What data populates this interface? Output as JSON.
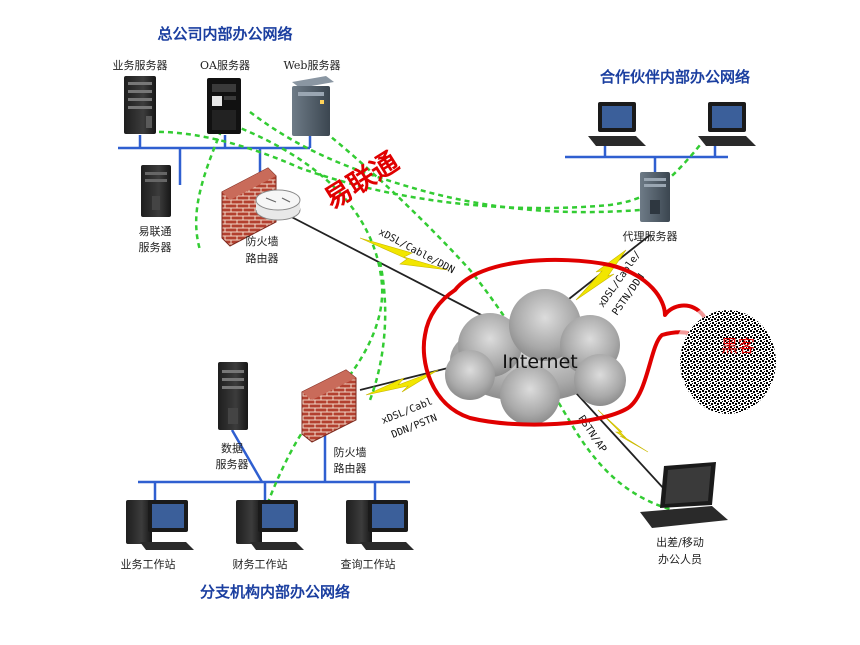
{
  "titles": {
    "hq": "总公司内部办公网络",
    "partner": "合作伙伴内部办公网络",
    "branch": "分支机构内部办公网络"
  },
  "hq": {
    "business_server": "业务服务器",
    "oa_server": "OA服务器",
    "web_server": "Web服务器",
    "ylt_server_line1": "易联通",
    "ylt_server_line2": "服务器",
    "firewall_line1": "防火墙",
    "firewall_line2": "路由器"
  },
  "brand": "易联通",
  "partner": {
    "proxy_server": "代理服务器"
  },
  "links": {
    "hq": "xDSL/Cable/DDN",
    "partner_line1": "xDSL/Cable/",
    "partner_line2": "PSTN/DDN",
    "branch_line1": "xDSL/Cabl",
    "branch_line2": "DDN/PSTN",
    "mobile": "PSTN/AP"
  },
  "internet": "Internet",
  "hacker": "黑客",
  "branch": {
    "db_server_line1": "数据",
    "db_server_line2": "服务器",
    "firewall_line1": "防火墙",
    "firewall_line2": "路由器",
    "ws_business": "业务工作站",
    "ws_finance": "财务工作站",
    "ws_query": "查询工作站"
  },
  "mobile": {
    "line1": "出差/移动",
    "line2": "办公人员"
  },
  "colors": {
    "title_blue": "#1b3fa0",
    "lan_blue": "#2f5fd0",
    "vpn_green": "#33cc33",
    "highlight_red": "#e00000",
    "firewall_brick": "#b3402f",
    "link_yellow": "#f2e600"
  }
}
